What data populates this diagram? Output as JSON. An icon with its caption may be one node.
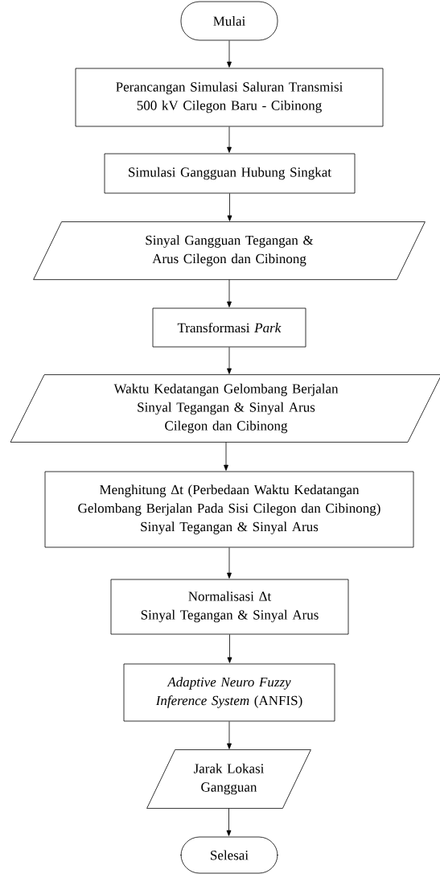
{
  "diagram": {
    "nodes": [
      {
        "text": [
          "Mulai"
        ]
      },
      {
        "text": [
          "Perancangan Simulasi Saluran Transmisi 500 kV Cilegon Baru - Cibinong"
        ]
      },
      {
        "text": [
          "Simulasi Gangguan Hubung Singkat"
        ]
      },
      {
        "text": [
          "Sinyal Gangguan Tegangan & Arus Cilegon dan Cibinong"
        ]
      },
      {
        "text": [
          "Transformasi *Park*"
        ]
      },
      {
        "text": [
          "Waktu Kedatangan Gelombang Berjalan",
          "Sinyal Tegangan & Sinyal Arus",
          "Cilegon dan Cibinong"
        ]
      },
      {
        "text": [
          "Menghitung Δt (Perbedaan Waktu Kedatangan Gelombang Berjalan Pada Sisi Cilegon dan Cibinong)",
          "Sinyal Tegangan & Sinyal Arus"
        ]
      },
      {
        "text": [
          "Normalisasi Δt",
          "Sinyal Tegangan & Sinyal Arus"
        ]
      },
      {
        "text": [
          "*Adaptive Neuro Fuzzy Inference System* (ANFIS)"
        ]
      },
      {
        "text": [
          "Jarak Lokasi Gangguan"
        ]
      },
      {
        "text": [
          "Selesai"
        ]
      }
    ],
    "edges": [
      {
        "from": 0,
        "to": 1,
        "arrow": "to"
      },
      {
        "from": 1,
        "to": 2,
        "arrow": "to"
      },
      {
        "from": 2,
        "to": 3,
        "arrow": "to"
      },
      {
        "from": 3,
        "to": 4,
        "arrow": "to"
      },
      {
        "from": 4,
        "to": 5,
        "arrow": "to"
      },
      {
        "from": 5,
        "to": 6,
        "arrow": "to"
      },
      {
        "from": 6,
        "to": 7,
        "arrow": "to"
      },
      {
        "from": 7,
        "to": 8,
        "arrow": "to"
      },
      {
        "from": 8,
        "to": 9,
        "arrow": "to"
      },
      {
        "from": 9,
        "to": 10,
        "arrow": "to"
      }
    ]
  }
}
